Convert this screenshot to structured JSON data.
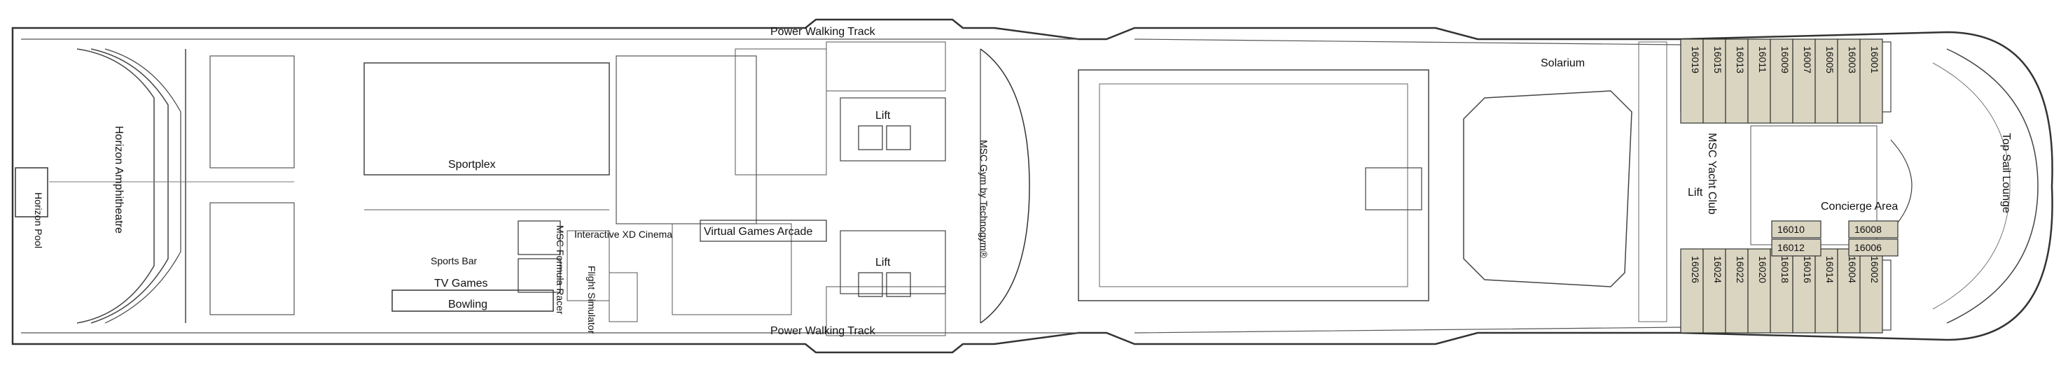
{
  "deck": {
    "labels": {
      "power_walking_top": "Power Walking Track",
      "power_walking_bottom": "Power Walking Track",
      "sportplex": "Sportplex",
      "horizon_pool": "Horizon Pool",
      "horizon_amphitheatre": "Horizon Amphitheatre",
      "sports_bar": "Sports Bar",
      "tv_games": "TV Games",
      "bowling": "Bowling",
      "formula_racer": "MSC Formula Racer",
      "flight_simulator": "Flight Simulator",
      "xd_cinema": "Interactive XD Cinema",
      "virtual_games_arcade": "Virtual Games Arcade",
      "lift_upper": "Lift",
      "lift_lower": "Lift",
      "msc_gym": "MSC Gym by Technogym®",
      "solarium": "Solarium",
      "yacht_club": "MSC Yacht Club",
      "lift_yacht": "Lift",
      "concierge_area": "Concierge Area",
      "top_sail_lounge": "Top Sail Lounge"
    },
    "cabins_top": [
      "16019",
      "16015",
      "16013",
      "16011",
      "16009",
      "16007",
      "16005",
      "16003",
      "16001"
    ],
    "cabins_bottom": [
      "16026",
      "16024",
      "16022",
      "16020",
      "16018",
      "16016",
      "16014",
      "16004",
      "16002"
    ],
    "cabins_middle": [
      "16010",
      "16012",
      "16008",
      "16006"
    ],
    "colors": {
      "cabin_fill": "#d9d5c1",
      "outline": "#333333",
      "background": "#ffffff"
    }
  }
}
